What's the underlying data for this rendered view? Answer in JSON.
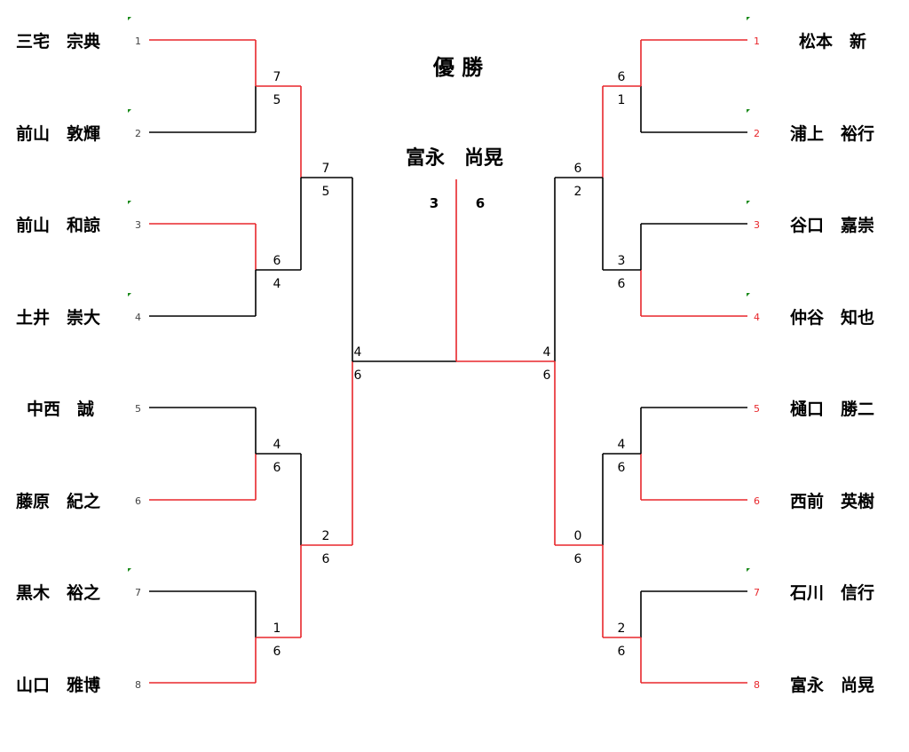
{
  "colors": {
    "win": "#e8262b",
    "loss": "#000000",
    "marker": "#1a8a1a",
    "seed_left": "#444444",
    "seed_right_red": "#e8262b"
  },
  "title": "優 勝",
  "champion": {
    "name": "富永　尚晃",
    "score_left": "3",
    "score_right": "6"
  },
  "left": {
    "players": [
      {
        "name": "三宅　宗典",
        "seed": "1",
        "marker": true
      },
      {
        "name": "前山　敦輝",
        "seed": "2",
        "marker": true
      },
      {
        "name": "前山　和諒",
        "seed": "3",
        "marker": true
      },
      {
        "name": "土井　崇大",
        "seed": "4",
        "marker": true
      },
      {
        "name": "中西　誠",
        "seed": "5",
        "marker": false
      },
      {
        "name": "藤原　紀之",
        "seed": "6",
        "marker": false
      },
      {
        "name": "黒木　裕之",
        "seed": "7",
        "marker": true
      },
      {
        "name": "山口　雅博",
        "seed": "8",
        "marker": false
      }
    ],
    "r1": [
      {
        "top": "7",
        "bottom": "5",
        "winner": "top"
      },
      {
        "top": "6",
        "bottom": "4",
        "winner": "top"
      },
      {
        "top": "4",
        "bottom": "6",
        "winner": "bottom"
      },
      {
        "top": "1",
        "bottom": "6",
        "winner": "bottom"
      }
    ],
    "r2": [
      {
        "top": "7",
        "bottom": "5",
        "winner": "top"
      },
      {
        "top": "2",
        "bottom": "6",
        "winner": "bottom"
      }
    ],
    "r3": {
      "top": "4",
      "bottom": "6",
      "winner": "bottom"
    }
  },
  "right": {
    "players": [
      {
        "name": "松本　新",
        "seed": "1",
        "marker": true,
        "won": true
      },
      {
        "name": "浦上　裕行",
        "seed": "2",
        "marker": true,
        "won": false
      },
      {
        "name": "谷口　嘉崇",
        "seed": "3",
        "marker": true,
        "won": false
      },
      {
        "name": "仲谷　知也",
        "seed": "4",
        "marker": true,
        "won": true
      },
      {
        "name": "樋口　勝二",
        "seed": "5",
        "marker": false,
        "won": false
      },
      {
        "name": "西前　英樹",
        "seed": "6",
        "marker": false,
        "won": true
      },
      {
        "name": "石川　信行",
        "seed": "7",
        "marker": true,
        "won": false
      },
      {
        "name": "富永　尚晃",
        "seed": "8",
        "marker": false,
        "won": true
      }
    ],
    "r1": [
      {
        "top": "6",
        "bottom": "1",
        "winner": "top"
      },
      {
        "top": "3",
        "bottom": "6",
        "winner": "bottom"
      },
      {
        "top": "4",
        "bottom": "6",
        "winner": "bottom"
      },
      {
        "top": "2",
        "bottom": "6",
        "winner": "bottom"
      }
    ],
    "r2": [
      {
        "top": "6",
        "bottom": "2",
        "winner": "top"
      },
      {
        "top": "0",
        "bottom": "6",
        "winner": "bottom"
      }
    ],
    "r3": {
      "top": "4",
      "bottom": "6",
      "winner": "bottom"
    }
  }
}
